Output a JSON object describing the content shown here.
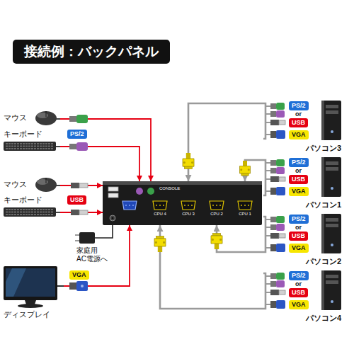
{
  "diagram": {
    "title": "接続例：バックパネル",
    "nodes": [
      {
        "text": [
          "マウス"
        ]
      },
      {
        "text": [
          "PS/2"
        ]
      },
      {
        "text": [
          "キーボード"
        ]
      },
      {
        "text": [
          "マウス"
        ]
      },
      {
        "text": [
          "USB"
        ]
      },
      {
        "text": [
          "キーボード"
        ]
      },
      {
        "text": [
          "CONSOLE",
          "CPU 4",
          "CPU 3",
          "CPU 2",
          "CPU 1"
        ]
      },
      {
        "text": [
          "VGA"
        ]
      },
      {
        "text": [
          "ディスプレイ"
        ]
      },
      {
        "text": [
          "パソコン3"
        ]
      },
      {
        "text": [
          "PS/2"
        ],
        "in": 9
      },
      {
        "text": [
          "USB"
        ],
        "in": 9
      },
      {
        "text": [
          "VGA"
        ],
        "in": 9
      },
      {
        "text": [
          "パソコン1"
        ]
      },
      {
        "text": [
          "PS/2"
        ],
        "in": 13
      },
      {
        "text": [
          "USB"
        ],
        "in": 13
      },
      {
        "text": [
          "VGA"
        ],
        "in": 13
      },
      {
        "text": [
          "パソコン2"
        ]
      },
      {
        "text": [
          "PS/2"
        ],
        "in": 17
      },
      {
        "text": [
          "USB"
        ],
        "in": 17
      },
      {
        "text": [
          "VGA"
        ],
        "in": 17
      },
      {
        "text": [
          "パソコン4"
        ]
      },
      {
        "text": [
          "PS/2"
        ],
        "in": 21
      },
      {
        "text": [
          "USB"
        ],
        "in": 21
      },
      {
        "text": [
          "VGA"
        ],
        "in": 21
      }
    ],
    "edges": [
      {
        "from": 0,
        "to": 6,
        "arrow": "to"
      },
      {
        "from": 2,
        "to": 6,
        "arrow": "to"
      },
      {
        "from": 3,
        "to": 6,
        "arrow": "to"
      },
      {
        "from": 5,
        "to": 6,
        "arrow": "to"
      },
      {
        "from": 8,
        "to": 6,
        "arrow": "to"
      },
      {
        "from": 9,
        "to": 6,
        "arrow": "to"
      },
      {
        "from": 13,
        "to": 6,
        "arrow": "to"
      },
      {
        "from": 17,
        "to": 6,
        "arrow": "to"
      },
      {
        "from": 21,
        "to": 6,
        "arrow": "to"
      }
    ],
    "labels": [
      "家庭用 AC電源へ",
      "or",
      "or",
      "or",
      "or"
    ]
  }
}
